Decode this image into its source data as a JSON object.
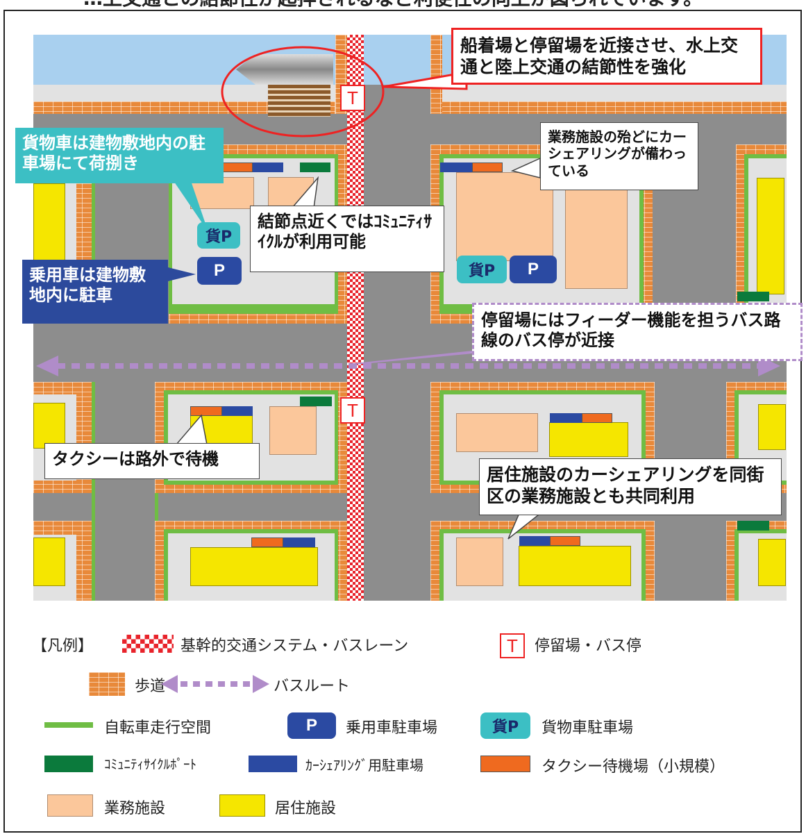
{
  "header": {
    "cutoff_text": "…上交通との結節性が起拝されるなど利便性の向上が図られています。"
  },
  "map": {
    "stop_marker": "T",
    "callouts": {
      "ferry": "船着場と停留場を近接させ、水上交通と陸上交通の結節性を強化",
      "freight": "貨物車は建物敷地内の駐車場にて荷捌き",
      "carshare_office": "業務施設の殆どにカーシェアリングが備わっている",
      "cycle": "結節点近くではｺﾐｭﾆﾃｨｻｲｸﾙが利用可能",
      "passenger": "乗用車は建物敷地内に駐車",
      "feeder": "停留場にはフィーダー機能を担うバス路線のバス停が近接",
      "taxi": "タクシーは路外で待機",
      "resi_share": "居住施設のカーシェアリングを同街区の業務施設とも共同利用"
    },
    "badges": {
      "freight": "貨P",
      "parking": "P"
    }
  },
  "legend": {
    "heading": "【凡例】",
    "busway": "基幹的交通システム・バスレーン",
    "stop_symbol": "T",
    "stop": "停留場・バス停",
    "sidewalk": "歩道",
    "bus_route": "バスルート",
    "bike_lane": "自転車走行空間",
    "car_parking_symbol": "P",
    "car_parking": "乗用車駐車場",
    "freight_parking_symbol": "貨P",
    "freight_parking": "貨物車駐車場",
    "cycle_port": "ｺﾐｭﾆﾃｨｻｲｸﾙﾎﾟｰﾄ",
    "carshare_parking": "ｶｰｼｪｱﾘﾝｸﾞ用駐車場",
    "taxi_stand": "タクシー待機場（小規模）",
    "office": "業務施設",
    "residential": "居住施設"
  },
  "colors": {
    "busway": "#e8232b",
    "sidewalk": "#e8893a",
    "bike_lane": "#6fbd44",
    "cycle_port": "#0b7a3c",
    "carshare": "#2b4aa2",
    "taxi": "#ef6a1f",
    "office": "#fbc79b",
    "residential": "#f5e600",
    "bus_route": "#b08cc9",
    "freight_badge": "#3cbfc4",
    "water": "#a9d0ef",
    "road": "#8d8d8d"
  }
}
